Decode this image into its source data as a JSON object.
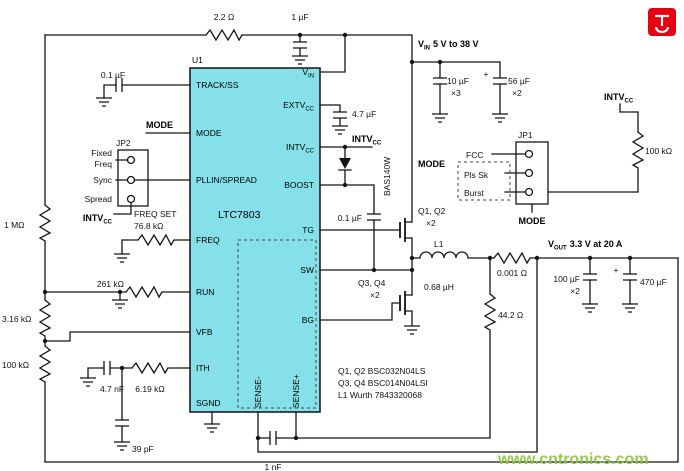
{
  "ic": {
    "refdes": "U1",
    "part": "LTC7803",
    "pins_left": [
      "TRACK/SS",
      "MODE",
      "PLLIN/SPREAD",
      "FREQ",
      "RUN",
      "VFB",
      "ITH",
      "SGND"
    ],
    "pins_right": [
      {
        "t": "V",
        "s": "IN"
      },
      {
        "t": "EXTV",
        "s": "CC"
      },
      {
        "t": "INTV",
        "s": "CC"
      },
      {
        "t": "BOOST",
        "s": ""
      },
      {
        "t": "TG",
        "s": ""
      },
      {
        "t": "SW",
        "s": ""
      },
      {
        "t": "BG",
        "s": ""
      }
    ],
    "pins_bottom": [
      "SENSE-",
      "SENSE+"
    ]
  },
  "components": {
    "r_filter": "2.2 Ω",
    "c_filter": "1 µF",
    "c_ss": "0.1 µF",
    "r_freq_1": "FREQ SET",
    "r_freq_2": "76.8 kΩ",
    "r_run_top": "1 MΩ",
    "r_run_bot": "261 kΩ",
    "r_fb_top": "3.16 kΩ",
    "r_fb_bot": "100 kΩ",
    "c_ith": "4.7 nF",
    "r_ith": "6.19 kΩ",
    "c_ith2": "39 pF",
    "c_vcc": "4.7 µF",
    "d1": "BAS140W",
    "c_boost": "0.1 µF",
    "q12_1": "Q1, Q2",
    "q12_2": "×2",
    "q34_1": "Q3, Q4",
    "q34_2": "×2",
    "l1_name": "L1",
    "l1_val": "0.68 µH",
    "r_shunt": "0.001 Ω",
    "r_sns": "44.2 Ω",
    "c_sns": "1 nF",
    "c_in1_1": "10 µF",
    "c_in1_2": "×3",
    "c_in2_1": "56 µF",
    "c_in2_2": "×2",
    "plus": "+",
    "c_out1_1": "100 µF",
    "c_out1_2": "×2",
    "c_out2": "470 µF",
    "r_mode": "100 kΩ"
  },
  "flags": {
    "vin_v": "V",
    "vin_s": "IN",
    "vin_rest": "5 V to 38 V",
    "vout_v": "V",
    "vout_s": "OUT",
    "vout_rest": "3.3 V at 20 A",
    "intv_main": "INTV",
    "intv_sub": "CC",
    "mode": "MODE"
  },
  "jp1": {
    "name": "JP1",
    "opt1": "FCC",
    "opt2": "Pls Sk",
    "opt3": "Burst"
  },
  "jp2": {
    "name": "JP2",
    "opt1a": "Fixed",
    "opt1b": "Freq",
    "opt2": "Sync",
    "opt3": "Spread"
  },
  "notes": [
    "Q1, Q2 BSC032N04LS",
    "Q3, Q4 BSC014N04LSI",
    "L1 Wurth 7843320068"
  ],
  "watermark": "www.cntronics.com",
  "colors": {
    "ic_fill": "#85E0E9",
    "watermark": "#8CC63F",
    "logo": "#E60012"
  }
}
